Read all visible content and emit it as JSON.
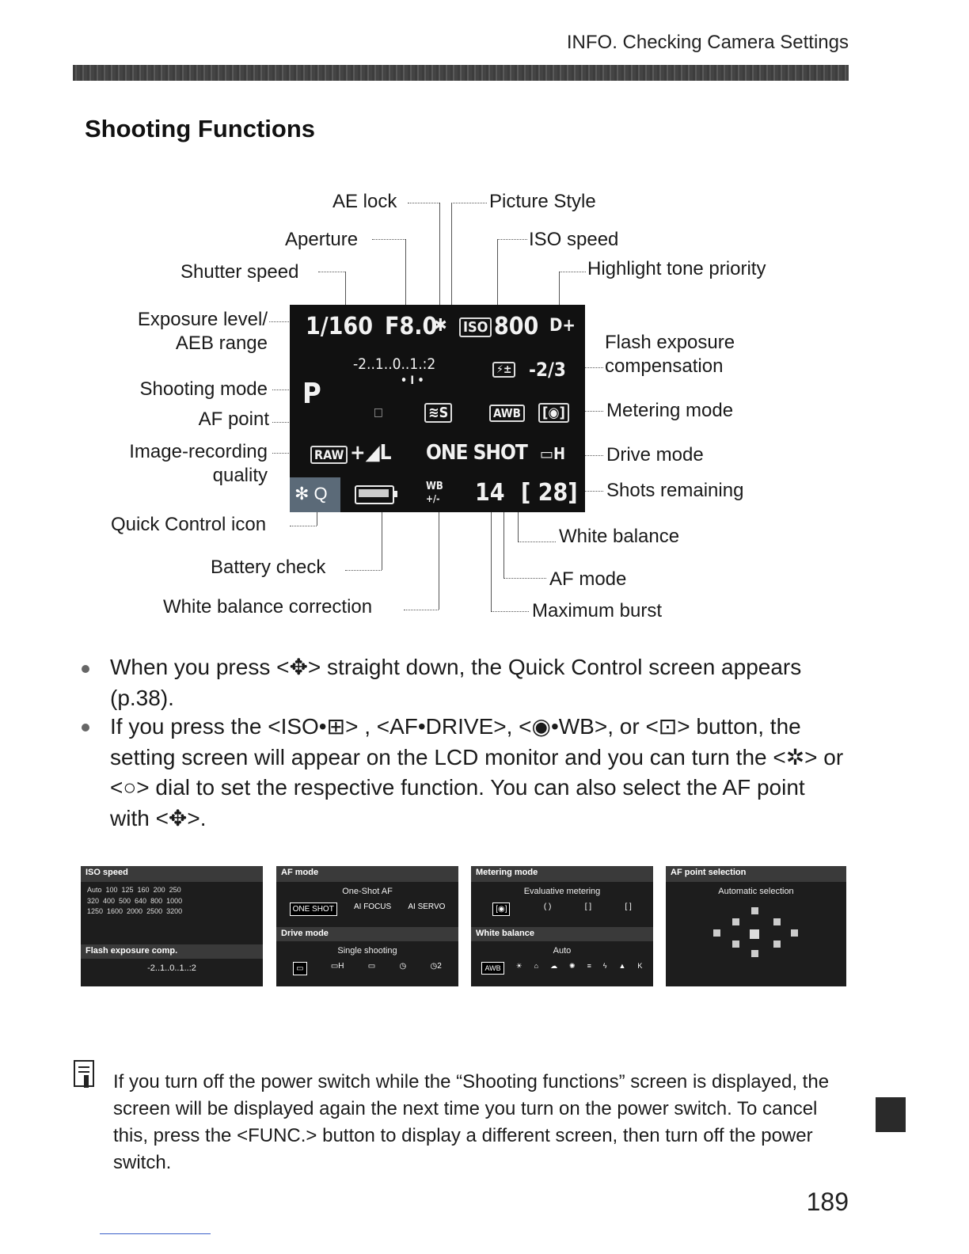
{
  "header": {
    "section": "INFO. Checking Camera Settings"
  },
  "title": "Shooting Functions",
  "labels": {
    "ae_lock": "AE lock",
    "aperture": "Aperture",
    "shutter_speed": "Shutter speed",
    "picture_style": "Picture Style",
    "iso_speed": "ISO speed",
    "highlight": "Highlight tone priority",
    "exposure_level_1": "Exposure level/",
    "exposure_level_2": "AEB range",
    "shooting_mode": "Shooting mode",
    "af_point": "AF point",
    "image_rec_1": "Image-recording",
    "image_rec_2": "quality",
    "quick_control": "Quick Control icon",
    "battery": "Battery check",
    "wb_correction": "White balance correction",
    "flash_1": "Flash exposure",
    "flash_2": "compensation",
    "metering": "Metering mode",
    "drive": "Drive mode",
    "shots": "Shots remaining",
    "white_balance": "White balance",
    "af_mode": "AF mode",
    "max_burst": "Maximum burst"
  },
  "lcd": {
    "shutter": "1/160",
    "aperture": "F8.0",
    "ae_lock": "✱",
    "iso_badge": "ISO",
    "iso": "800",
    "highlight": "D+",
    "scale": "-2..1..0..1.:2",
    "scale_marks": "• I •",
    "flash_comp": "-2/3",
    "mode": "P",
    "af_dot": "□",
    "picture_style": "≋S",
    "wb": "AWB",
    "metering": "[◉]",
    "quality_badge": "RAW",
    "quality": "+◢L",
    "af_mode": "ONE SHOT",
    "drive": "▭H",
    "wb_corr_top": "WB",
    "wb_corr_bot": "+/-",
    "burst": "14",
    "remaining": "[ 28]",
    "qc_icon": "✻ Q"
  },
  "bullets": [
    "When you press <✥> straight down, the Quick Control screen appears (p.38).",
    "If you press the <ISO•⊞> , <AF•DRIVE>, <◉•WB>, or <⊡> button, the setting screen will appear on the LCD monitor and you can turn the <✲> or <○> dial to set the respective function. You can also select the AF point with <✥>."
  ],
  "menus": [
    {
      "head": "ISO speed",
      "text": "Auto  100  125  160  200  250\n320  400  500  640  800  1000\n1250  1600  2000  2500  3200",
      "head2": "Flash exposure comp.",
      "text2": "-2..1..0..1..:2"
    },
    {
      "head": "AF mode",
      "text": "One-Shot AF",
      "opts": [
        "ONE SHOT",
        "AI FOCUS",
        "AI SERVO"
      ],
      "head2": "Drive mode",
      "text2": "Single shooting",
      "opts2": [
        "▭",
        "▭H",
        "▭",
        "◷",
        "◷2"
      ]
    },
    {
      "head": "Metering mode",
      "text": "Evaluative metering",
      "opts": [
        "[◉]",
        "( )",
        "[ ]",
        "[ ]"
      ],
      "head2": "White balance",
      "text2": "Auto",
      "opts2": [
        "AWB",
        "☀",
        "⌂",
        "☁",
        "✺",
        "≡",
        "ϟ",
        "▲",
        "K"
      ]
    },
    {
      "head": "AF point selection",
      "text": "Automatic selection"
    }
  ],
  "note": "If you turn off the power switch while the “Shooting functions” screen is displayed, the screen will be displayed again the next time you turn on the power switch. To cancel this, press the <FUNC.> button to display a different screen, then turn off the power switch.",
  "page_number": "189"
}
